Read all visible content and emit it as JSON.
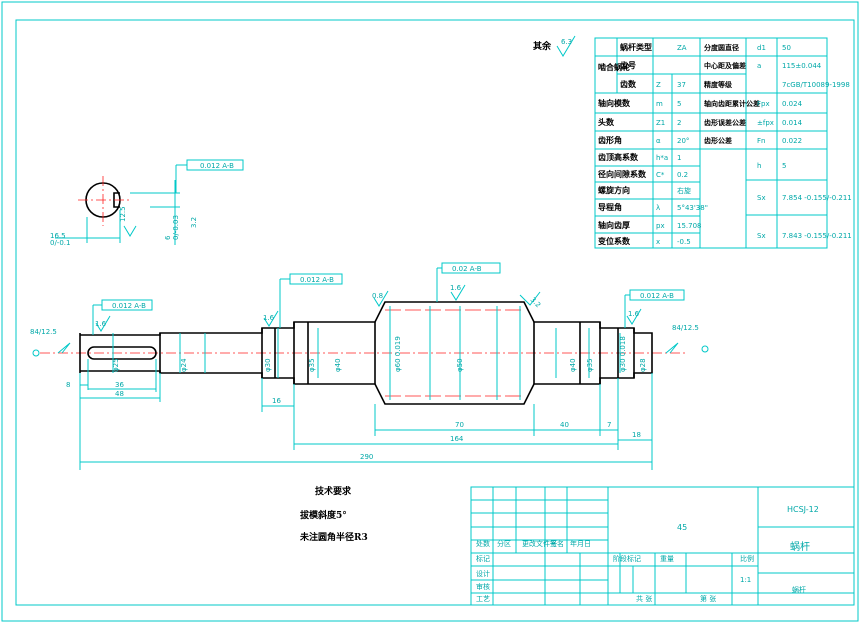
{
  "roughness_top": "6.3",
  "roughness_rest_label": "其余",
  "param_table": {
    "left": [
      {
        "label": "蜗杆类型",
        "sym": "",
        "val": "ZA"
      },
      {
        "label": "齿号",
        "sym": "",
        "val": ""
      },
      {
        "label": "齿数",
        "sym": "Z",
        "val": "37"
      },
      {
        "label": "轴向模数",
        "sym": "m",
        "val": "5"
      },
      {
        "label": "头数",
        "sym": "Z1",
        "val": "2"
      },
      {
        "label": "齿形角",
        "sym": "α",
        "val": "20°"
      },
      {
        "label": "齿顶高系数",
        "sym": "h*a",
        "val": "1"
      },
      {
        "label": "径向间隙系数",
        "sym": "C*",
        "val": "0.2"
      },
      {
        "label": "螺旋方向",
        "sym": "",
        "val": "右旋"
      },
      {
        "label": "导程角",
        "sym": "λ",
        "val": "5°43'38\""
      },
      {
        "label": "轴向齿厚",
        "sym": "px",
        "val": "15.708"
      },
      {
        "label": "变位系数",
        "sym": "x",
        "val": "-0.5"
      }
    ],
    "side_label": "啮合蜗轮",
    "right": [
      {
        "label": "分度圆直径",
        "sym": "d1",
        "val": "50"
      },
      {
        "label": "中心距及偏差",
        "sym": "a",
        "val": "115±0.044"
      },
      {
        "label": "精度等级",
        "sym": "",
        "val": "7cGB/T10089-1998"
      },
      {
        "label": "轴向齿距累计公差",
        "sym": "Fpx",
        "val": "0.024"
      },
      {
        "label": "齿形误差公差",
        "sym": "±fpx",
        "val": "0.014"
      },
      {
        "label": "齿形公差",
        "sym": "Fn",
        "val": "0.022"
      },
      {
        "label": "",
        "sym": "h",
        "val": "5"
      },
      {
        "label": "",
        "sym": "Sx",
        "val": "7.854 -0.155/-0.211"
      },
      {
        "label": "",
        "sym": "Sx",
        "val": "7.843 -0.155/-0.211"
      }
    ]
  },
  "tolerances": {
    "t1": "0.012 A-B",
    "t2": "0.012 A-B",
    "t3": "0.02 A-B",
    "t4": "0.012 A-B",
    "t5": "0.012 A-B"
  },
  "section_dims": {
    "width": "16.5",
    "width_tol": "0/-0.1",
    "key": "6",
    "key_tol": "0/-0.03",
    "rough": "3.2",
    "rough2": "12.5"
  },
  "roughness_left": "84/12.5",
  "roughness_right": "84/12.5",
  "dims": {
    "d8": "8",
    "d36": "36",
    "d48": "48",
    "d16": "16",
    "d70": "70",
    "d40": "40",
    "d7": "7",
    "d18": "18",
    "d164": "164",
    "d290": "290",
    "r16a": "1.6",
    "r16b": "1.6",
    "r16c": "1.6",
    "r16d": "1.6",
    "r32": "3.2",
    "r08": "0.8"
  },
  "diam_labels": [
    "φ25",
    "φ24",
    "φ30",
    "φ35",
    "φ40",
    "φ60 0.019",
    "φ50",
    "φ40",
    "φ35",
    "φ30 0.018",
    "φ28"
  ],
  "notes": {
    "title": "技术要求",
    "line1": "拔模斜度5°",
    "line2": "未注圆角半径R3"
  },
  "title_block": {
    "material": "45",
    "drawing_no": "HCSJ-12",
    "part_name": "蜗杆",
    "scale": "1:1",
    "rows": [
      "标记",
      "设计",
      "审核",
      "工艺"
    ],
    "mid": [
      "处数",
      "分区",
      "更改文件号",
      "签名",
      "年月日"
    ],
    "labels": [
      "阶段标记",
      "重量",
      "比例",
      "共 张",
      "第 张"
    ],
    "company": "蜗杆"
  }
}
